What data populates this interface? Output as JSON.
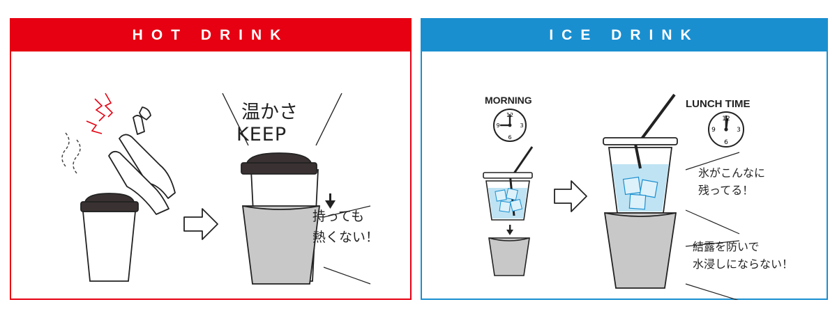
{
  "hot": {
    "title": "HOT DRINK",
    "keep_line1": "温かさ",
    "keep_line2": "KEEP",
    "note_line1": "持っても",
    "note_line2": "熱くない！"
  },
  "ice": {
    "title": "ICE DRINK",
    "morning_label": "MORNING",
    "lunch_label": "LUNCH TIME",
    "note1_line1": "氷がこんなに",
    "note1_line2": "残ってる！",
    "note2_line1": "結露を防いで",
    "note2_line2": "水浸しにならない！",
    "clock_numbers": {
      "n12": "12",
      "n3": "3",
      "n6": "6",
      "n9": "9"
    }
  },
  "colors": {
    "hot_accent": "#e60012",
    "ice_accent": "#1a8fd0",
    "sleeve_gray": "#c8c8c8",
    "ice_blue": "#bfe3f3",
    "lid_dark": "#3a3232"
  },
  "icons": [
    "hand-icon",
    "steam-icon",
    "arrow-right-icon",
    "arrow-down-icon",
    "clock-icon",
    "straw-icon",
    "ice-cube-icon"
  ]
}
